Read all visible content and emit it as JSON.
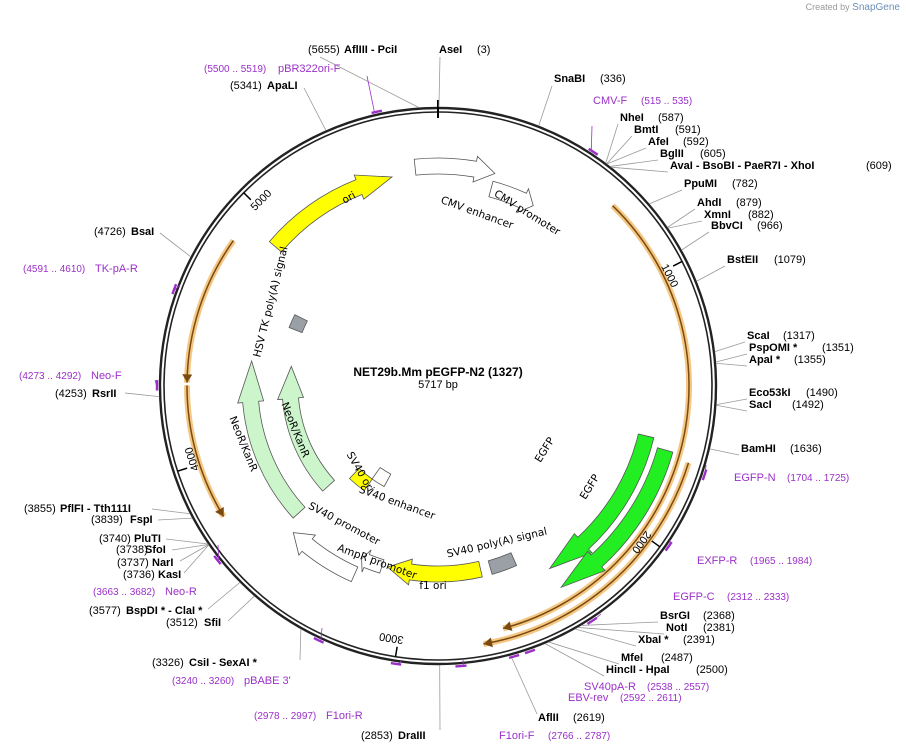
{
  "credit": {
    "prefix": "Created by",
    "brand": "SnapGene"
  },
  "plasmid": {
    "name": "NET29b.Mm pEGFP-N2 (1327)",
    "size_label": "5717 bp",
    "length": 5717
  },
  "colors": {
    "backbone": "#222222",
    "site_line": "#9a9a9a",
    "primer": "#9b30c8",
    "promoter_fill": "#ffffff",
    "ori_fill": "#ffff00",
    "cds_fill": "#22ee22",
    "neo_fill": "#ccf5cc",
    "polyA_fill": "#9aa0a6",
    "orf_arc": "#f0b050"
  },
  "ticks": [
    {
      "pos": 1000,
      "label": "1000"
    },
    {
      "pos": 2000,
      "label": "2000"
    },
    {
      "pos": 3000,
      "label": "3000"
    },
    {
      "pos": 4000,
      "label": "4000"
    },
    {
      "pos": 5000,
      "label": "5000"
    }
  ],
  "enzyme_labels": [
    {
      "pos": 5655,
      "text": "(5655)",
      "bold": false
    },
    {
      "pos": 5655,
      "text": "AflIII  - PciI",
      "bold": true
    },
    {
      "pos": 3,
      "text": "AseI",
      "bold": true
    },
    {
      "pos": 3,
      "text": "(3)",
      "bold": false
    },
    {
      "pos": 336,
      "text": "SnaBI",
      "bold": true
    },
    {
      "pos": 336,
      "text": "(336)",
      "bold": false
    },
    {
      "pos": 587,
      "text": "NheI",
      "bold": true
    },
    {
      "pos": 587,
      "text": "(587)",
      "bold": false
    },
    {
      "pos": 591,
      "text": "BmtI",
      "bold": true
    },
    {
      "pos": 591,
      "text": "(591)",
      "bold": false
    },
    {
      "pos": 592,
      "text": "AfeI",
      "bold": true
    },
    {
      "pos": 592,
      "text": "(592)",
      "bold": false
    },
    {
      "pos": 605,
      "text": "BglII",
      "bold": true
    },
    {
      "pos": 605,
      "text": "(605)",
      "bold": false
    },
    {
      "pos": 609,
      "text": "AvaI  - BsoBI  - PaeR7I  - XhoI",
      "bold": true
    },
    {
      "pos": 609,
      "text": "(609)",
      "bold": false
    },
    {
      "pos": 782,
      "text": "PpuMI",
      "bold": true
    },
    {
      "pos": 782,
      "text": "(782)",
      "bold": false
    },
    {
      "pos": 879,
      "text": "AhdI",
      "bold": true
    },
    {
      "pos": 879,
      "text": "(879)",
      "bold": false
    },
    {
      "pos": 882,
      "text": "XmnI",
      "bold": true
    },
    {
      "pos": 882,
      "text": "(882)",
      "bold": false
    },
    {
      "pos": 966,
      "text": "BbvCI",
      "bold": true
    },
    {
      "pos": 966,
      "text": "(966)",
      "bold": false
    },
    {
      "pos": 1079,
      "text": "BstEII",
      "bold": true
    },
    {
      "pos": 1079,
      "text": "(1079)",
      "bold": false
    },
    {
      "pos": 1317,
      "text": "ScaI",
      "bold": true
    },
    {
      "pos": 1317,
      "text": "(1317)",
      "bold": false
    },
    {
      "pos": 1351,
      "text": "PspOMI *",
      "bold": true
    },
    {
      "pos": 1351,
      "text": "(1351)",
      "bold": false
    },
    {
      "pos": 1355,
      "text": "ApaI *",
      "bold": true
    },
    {
      "pos": 1355,
      "text": "(1355)",
      "bold": false
    },
    {
      "pos": 1490,
      "text": "Eco53kI",
      "bold": true
    },
    {
      "pos": 1490,
      "text": "(1490)",
      "bold": false
    },
    {
      "pos": 1492,
      "text": "SacI",
      "bold": true
    },
    {
      "pos": 1492,
      "text": "(1492)",
      "bold": false
    },
    {
      "pos": 1636,
      "text": "BamHI",
      "bold": true
    },
    {
      "pos": 1636,
      "text": "(1636)",
      "bold": false
    },
    {
      "pos": 2368,
      "text": "BsrGI",
      "bold": true
    },
    {
      "pos": 2368,
      "text": "(2368)",
      "bold": false
    },
    {
      "pos": 2381,
      "text": "NotI",
      "bold": true
    },
    {
      "pos": 2381,
      "text": "(2381)",
      "bold": false
    },
    {
      "pos": 2391,
      "text": "XbaI *",
      "bold": true
    },
    {
      "pos": 2391,
      "text": "(2391)",
      "bold": false
    },
    {
      "pos": 2487,
      "text": "MfeI",
      "bold": true
    },
    {
      "pos": 2487,
      "text": "(2487)",
      "bold": false
    },
    {
      "pos": 2500,
      "text": "HincII  - HpaI",
      "bold": true
    },
    {
      "pos": 2500,
      "text": "(2500)",
      "bold": false
    },
    {
      "pos": 2619,
      "text": "AflII",
      "bold": true
    },
    {
      "pos": 2619,
      "text": "(2619)",
      "bold": false
    },
    {
      "pos": 2853,
      "text": "(2853)",
      "bold": false
    },
    {
      "pos": 2853,
      "text": "DraIII",
      "bold": true
    },
    {
      "pos": 3326,
      "text": "(3326)",
      "bold": false
    },
    {
      "pos": 3326,
      "text": "CsiI  - SexAI *",
      "bold": true
    },
    {
      "pos": 3512,
      "text": "(3512)",
      "bold": false
    },
    {
      "pos": 3512,
      "text": "SfiI",
      "bold": true
    },
    {
      "pos": 3577,
      "text": "(3577)",
      "bold": false
    },
    {
      "pos": 3577,
      "text": "BspDI *  - ClaI *",
      "bold": true
    },
    {
      "pos": 3736,
      "text": "(3736)",
      "bold": false
    },
    {
      "pos": 3736,
      "text": "KasI",
      "bold": true
    },
    {
      "pos": 3737,
      "text": "(3737)",
      "bold": false
    },
    {
      "pos": 3737,
      "text": "NarI",
      "bold": true
    },
    {
      "pos": 3738,
      "text": "(3738)",
      "bold": false
    },
    {
      "pos": 3738,
      "text": "SfoI",
      "bold": true
    },
    {
      "pos": 3740,
      "text": "(3740)",
      "bold": false
    },
    {
      "pos": 3740,
      "text": "PluTI",
      "bold": true
    },
    {
      "pos": 3839,
      "text": "(3839)",
      "bold": false
    },
    {
      "pos": 3839,
      "text": "FspI",
      "bold": true
    },
    {
      "pos": 3855,
      "text": "(3855)",
      "bold": false
    },
    {
      "pos": 3855,
      "text": "PflFI  - Tth111I",
      "bold": true
    },
    {
      "pos": 4253,
      "text": "(4253)",
      "bold": false
    },
    {
      "pos": 4253,
      "text": "RsrII",
      "bold": true
    },
    {
      "pos": 4726,
      "text": "(4726)",
      "bold": false
    },
    {
      "pos": 4726,
      "text": "BsaI",
      "bold": true
    },
    {
      "pos": 5341,
      "text": "(5341)",
      "bold": false
    },
    {
      "pos": 5341,
      "text": "ApaLI",
      "bold": true
    }
  ],
  "primer_labels": [
    {
      "start": 5500,
      "end": 5519,
      "range": "(5500 .. 5519)",
      "name": "pBR322ori-F"
    },
    {
      "start": 515,
      "end": 535,
      "name": "CMV-F",
      "range": "(515 .. 535)"
    },
    {
      "start": 1704,
      "end": 1725,
      "name": "EGFP-N",
      "range": "(1704 .. 1725)"
    },
    {
      "start": 1965,
      "end": 1984,
      "name": "EXFP-R",
      "range": "(1965 .. 1984)"
    },
    {
      "start": 2312,
      "end": 2333,
      "name": "EGFP-C",
      "range": "(2312 .. 2333)"
    },
    {
      "start": 2538,
      "end": 2557,
      "name": "SV40pA-R",
      "range": "(2538 .. 2557)"
    },
    {
      "start": 2592,
      "end": 2611,
      "name": "EBV-rev",
      "range": "(2592 .. 2611)"
    },
    {
      "start": 2766,
      "end": 2787,
      "name": "F1ori-F",
      "range": "(2766 .. 2787)"
    },
    {
      "start": 2978,
      "end": 2997,
      "range": "(2978 .. 2997)",
      "name": "F1ori-R"
    },
    {
      "start": 3240,
      "end": 3260,
      "range": "(3240 .. 3260)",
      "name": "pBABE 3'"
    },
    {
      "start": 3663,
      "end": 3682,
      "range": "(3663 .. 3682)",
      "name": "Neo-R"
    },
    {
      "start": 4273,
      "end": 4292,
      "range": "(4273 .. 4292)",
      "name": "Neo-F"
    },
    {
      "start": 4591,
      "end": 4610,
      "range": "(4591 .. 4610)",
      "name": "TK-pA-R"
    }
  ],
  "features": [
    {
      "name": "CMV enhancer",
      "start": 5622,
      "end": 238,
      "type": "promoter",
      "dir": 1
    },
    {
      "name": "CMV promoter",
      "start": 239,
      "end": 442,
      "type": "promoter",
      "dir": 1
    },
    {
      "name": "EGFP",
      "start": 1643,
      "end": 2359,
      "type": "cds",
      "dir": 1
    },
    {
      "name": "EGFP",
      "start": 1679,
      "end": 2359,
      "type": "cds",
      "dir": 1
    },
    {
      "name": "SV40 poly(A) signal",
      "start": 2483,
      "end": 2604,
      "type": "polyA",
      "dir": 0
    },
    {
      "name": "f1 ori",
      "start": 2651,
      "end": 3106,
      "type": "ori",
      "dir": 1
    },
    {
      "name": "AmpR promoter",
      "start": 3133,
      "end": 3237,
      "type": "promoter",
      "dir": 1
    },
    {
      "name": "SV40 promoter",
      "start": 3238,
      "end": 3567,
      "type": "promoter",
      "dir": 1
    },
    {
      "name": "SV40 ori",
      "start": 3418,
      "end": 3553,
      "type": "ori",
      "dir": 0
    },
    {
      "name": "SV40 enhancer",
      "start": 3306,
      "end": 3420,
      "type": "promoter",
      "dir": 0
    },
    {
      "name": "NeoR/KanR",
      "start": 3615,
      "end": 4409,
      "type": "neo",
      "dir": 1
    },
    {
      "name": "NeoR/KanR",
      "start": 3615,
      "end": 4409,
      "type": "neo",
      "dir": 1
    },
    {
      "name": "HSV TK poly(A) signal",
      "start": 4645,
      "end": 4692,
      "type": "polyA",
      "dir": 0
    },
    {
      "name": "ori",
      "start": 4932,
      "end": 5520,
      "type": "ori",
      "dir": 1
    }
  ],
  "orfs": [
    {
      "start": 700,
      "end": 2620,
      "dir": 1
    },
    {
      "start": 1700,
      "end": 2700,
      "dir": 1
    },
    {
      "start": 3790,
      "end": 4290,
      "dir": -1
    },
    {
      "start": 4300,
      "end": 4850,
      "dir": -1
    }
  ]
}
